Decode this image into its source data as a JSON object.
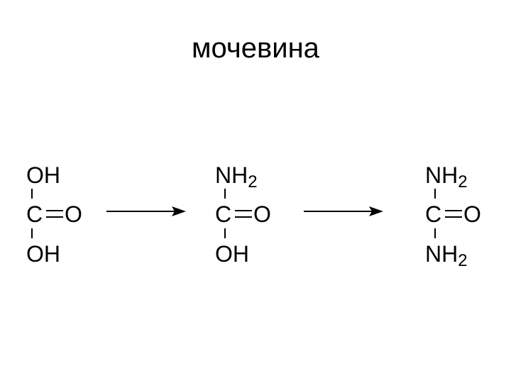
{
  "title": "мочевина",
  "molecules": [
    {
      "top": {
        "main": "OH",
        "sub": ""
      },
      "center": "C",
      "right": "O",
      "bottom": {
        "main": "OH",
        "sub": ""
      }
    },
    {
      "top": {
        "main": "NH",
        "sub": "2"
      },
      "center": "C",
      "right": "O",
      "bottom": {
        "main": "OH",
        "sub": ""
      }
    },
    {
      "top": {
        "main": "NH",
        "sub": "2"
      },
      "center": "C",
      "right": "O",
      "bottom": {
        "main": "NH",
        "sub": "2"
      }
    }
  ]
}
